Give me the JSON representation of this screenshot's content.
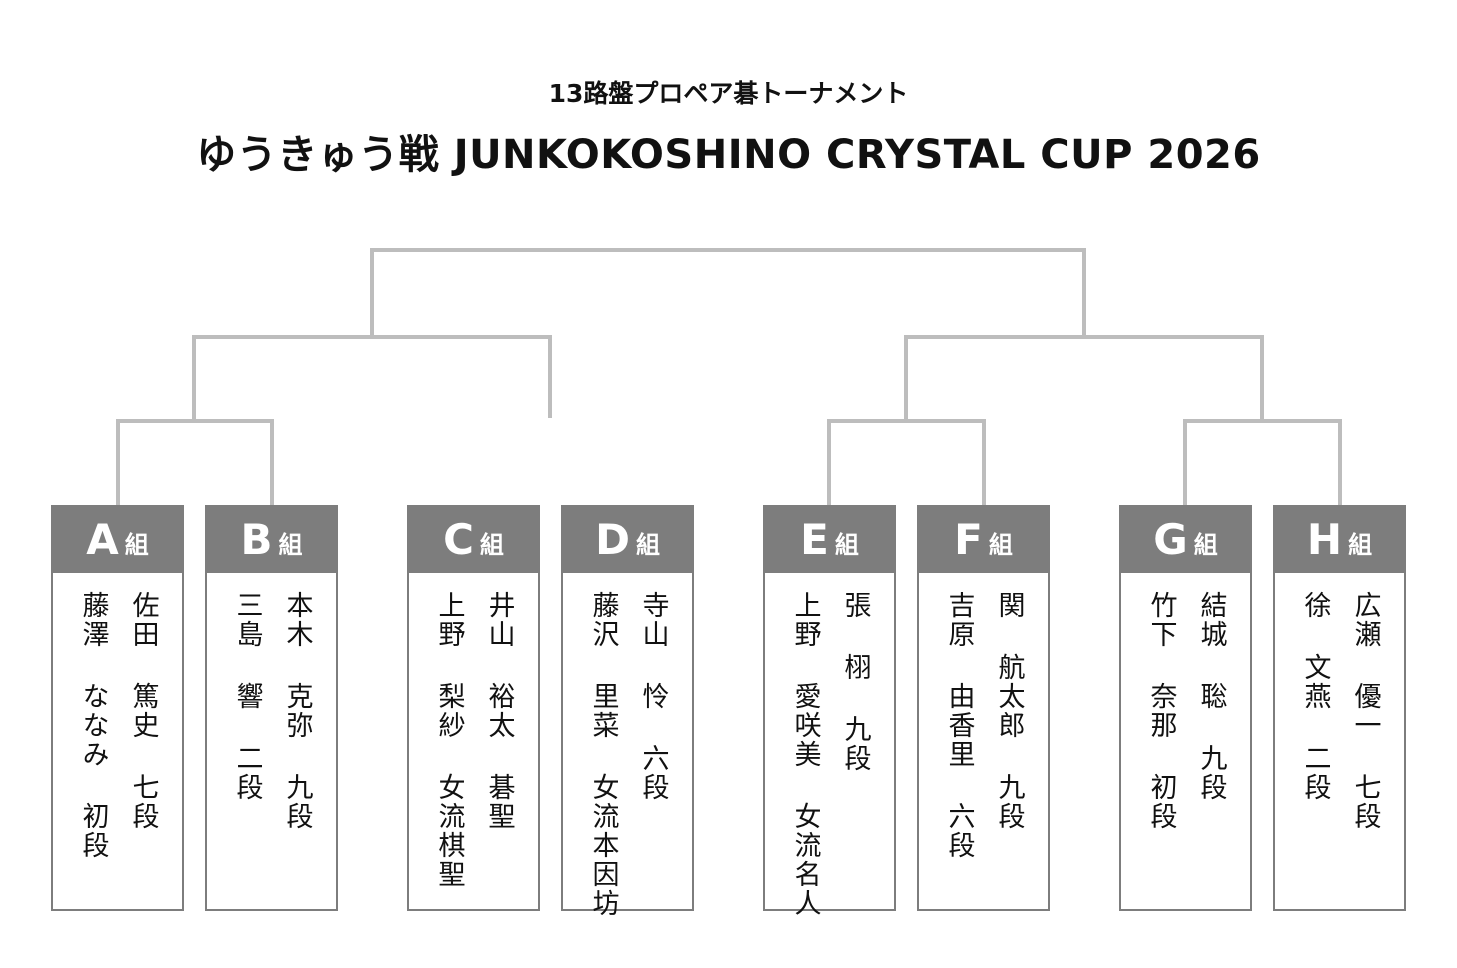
{
  "subtitle": "13路盤プロペア碁トーナメント",
  "title": "ゆうきゅう戦 JUNKOKOSHINO CRYSTAL CUP 2026",
  "group_suffix": "組",
  "groups": [
    {
      "letter": "A",
      "players": [
        "佐田 篤史 七段",
        "藤澤 ななみ 初段"
      ]
    },
    {
      "letter": "B",
      "players": [
        "本木 克弥 九段",
        "三島 響 二段"
      ]
    },
    {
      "letter": "C",
      "players": [
        "井山 裕太 碁聖",
        "上野 梨紗 女流棋聖"
      ]
    },
    {
      "letter": "D",
      "players": [
        "寺山 怜 六段",
        "藤沢 里菜 女流本因坊"
      ]
    },
    {
      "letter": "E",
      "players": [
        "張 栩 九段",
        "上野 愛咲美 女流名人"
      ]
    },
    {
      "letter": "F",
      "players": [
        "関 航太郎 九段",
        "吉原 由香里 六段"
      ]
    },
    {
      "letter": "G",
      "players": [
        "結城 聡 九段",
        "竹下 奈那 初段"
      ]
    },
    {
      "letter": "H",
      "players": [
        "広瀬 優一 七段",
        "徐 文燕 二段"
      ]
    }
  ],
  "colors": {
    "line": "#bdbdbd",
    "header": "#7d7d7d"
  }
}
